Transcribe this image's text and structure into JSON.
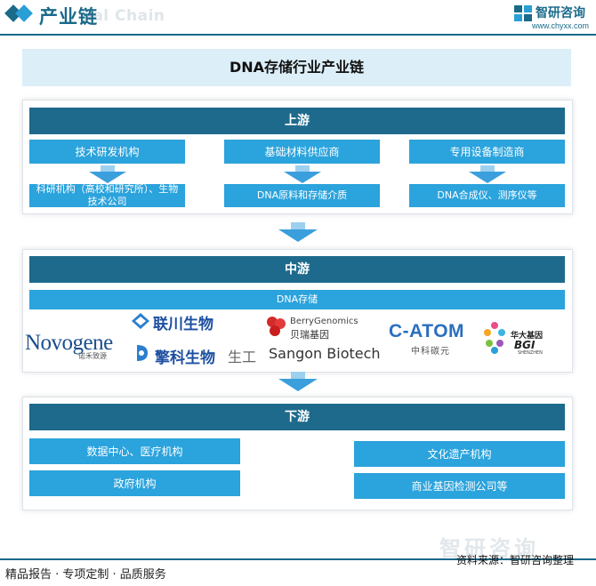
{
  "header": {
    "title": "产业链",
    "watermark": "ial Chain",
    "brand_name": "智研咨询",
    "brand_url": "www.chyxx.com"
  },
  "main_title": "DNA存储行业产业链",
  "upstream": {
    "label": "上游",
    "columns": [
      {
        "category": "技术研发机构",
        "detail": "科研机构（高校和研究所）、生物技术公司"
      },
      {
        "category": "基础材料供应商",
        "detail": "DNA原料和存储介质"
      },
      {
        "category": "专用设备制造商",
        "detail": "DNA合成仪、测序仪等"
      }
    ]
  },
  "midstream": {
    "label": "中游",
    "sub_label": "DNA存储",
    "logos": {
      "novogene": "Novogene",
      "novogene_sub": "诺禾致源",
      "lianchuan": "联川生物",
      "qingke": "擎科生物",
      "sangon_cn": "生工",
      "sangon_en": "Sangon Biotech",
      "berry_en": "BerryGenomics",
      "berry_cn": "贝瑞基因",
      "catom": "C-ATOM",
      "catom_sub": "中科碳元",
      "bgi_cn": "华大基因",
      "bgi": "BGI",
      "bgi_sub": "SHENZHEN"
    }
  },
  "downstream": {
    "label": "下游",
    "items": [
      "数据中心、医疗机构",
      "政府机构",
      "文化遗产机构",
      "商业基因检测公司等"
    ]
  },
  "footer": {
    "left": "精品报告 · 专项定制 · 品质服务",
    "source": "资料来源：智研咨询整理",
    "watermark": "智研咨询"
  },
  "colors": {
    "band": "#1e6a8c",
    "box": "#2ba3dc",
    "title_bg": "#dceef8",
    "accent": "#1a6a8a"
  }
}
